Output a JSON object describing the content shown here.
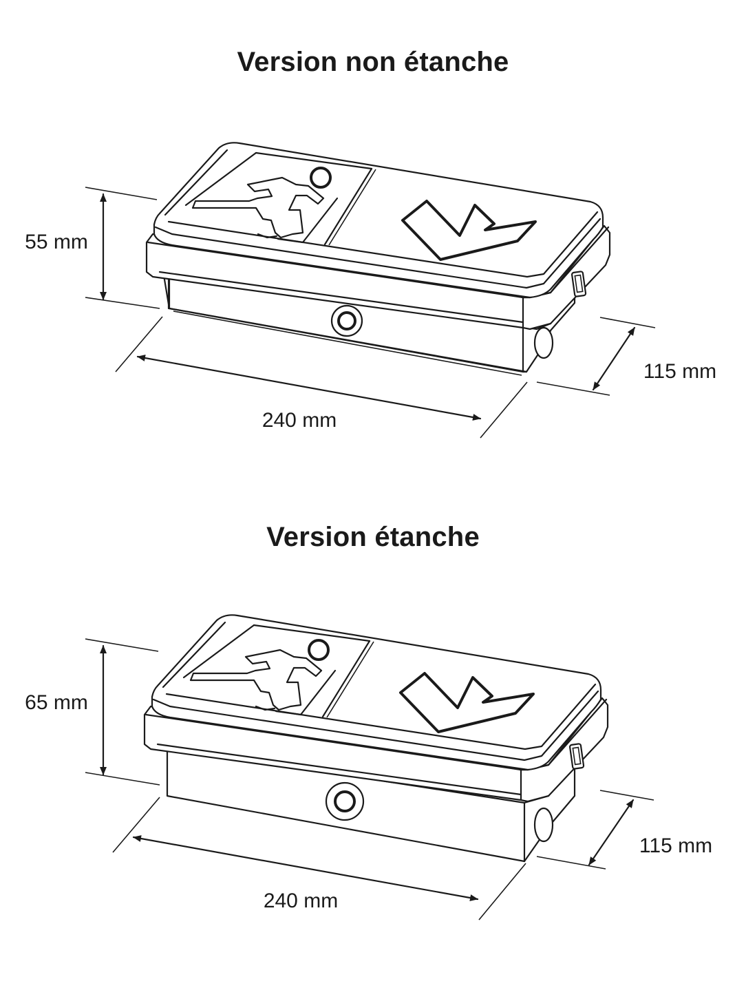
{
  "versions": [
    {
      "title": "Version non étanche",
      "height_label": "55 mm",
      "length_label": "240 mm",
      "depth_label": "115 mm"
    },
    {
      "title": "Version étanche",
      "height_label": "65 mm",
      "length_label": "240 mm",
      "depth_label": "115 mm"
    }
  ],
  "icons": [
    "running-man-exit-icon",
    "arrow-down-left-icon"
  ],
  "colors": {
    "line": "#1a1a1a",
    "background": "#ffffff"
  }
}
